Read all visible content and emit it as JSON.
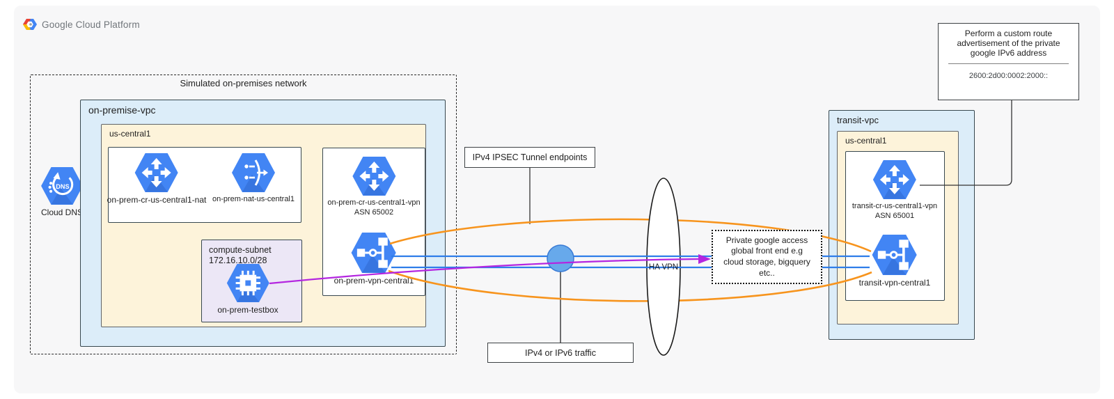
{
  "brand": {
    "logo_text": "Google Cloud Platform"
  },
  "colors": {
    "gcp_blue": "#4285F4",
    "orange_tunnel": "#F7941D",
    "blue_traffic": "#2E7DE9",
    "purple_traffic": "#B426E0",
    "vpc_fill": "#DCEDF9",
    "region_fill": "#FDF3DA",
    "subnet_fill": "#ECE7F6"
  },
  "onprem": {
    "container_label": "Simulated on-premises network",
    "vpc_label": "on-premise-vpc",
    "region_label": "us-central1",
    "dns_label": "Cloud DNS",
    "router_nat_label": "on-prem-cr-us-central1-nat",
    "nat_label": "on-prem-nat-us-central1",
    "subnet_title": "compute-subnet",
    "subnet_cidr": "172.16.10.0/28",
    "vm_label": "on-prem-testbox",
    "vpn_router_label": "on-prem-cr-us-central1-vpn",
    "vpn_router_asn": "ASN 65002",
    "vpn_gateway_label": "on-prem-vpn-central1"
  },
  "middle": {
    "ipsec_label": "IPv4 IPSEC Tunnel endpoints",
    "traffic_label": "IPv4 or IPv6 traffic",
    "ha_vpn_label": "HA VPN",
    "pga_line1": "Private google access",
    "pga_line2": "global front end e.g",
    "pga_line3": "cloud storage, bigquery",
    "pga_line4": "etc.."
  },
  "transit": {
    "vpc_label": "transit-vpc",
    "region_label": "us-central1",
    "router_label": "transit-cr-us-central1-vpn",
    "router_asn": "ASN 65001",
    "vpn_gateway_label": "transit-vpn-central1"
  },
  "callout": {
    "text": "Perform a custom route advertisement of the private google IPv6 address",
    "ipv6_address": "2600:2d00:0002:2000::"
  }
}
